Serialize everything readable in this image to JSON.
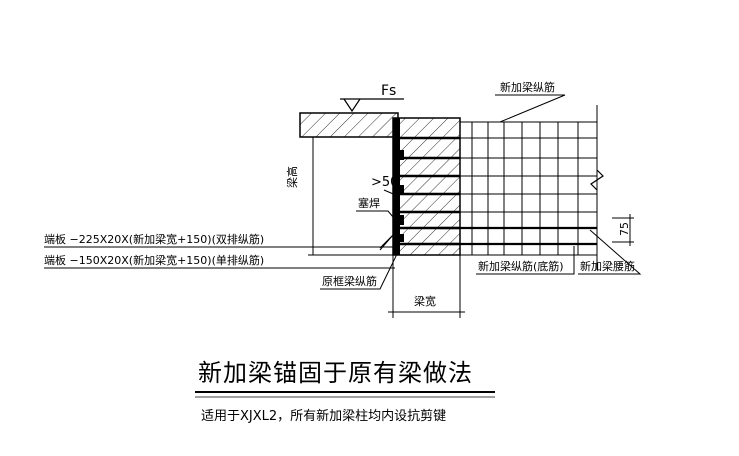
{
  "labels": {
    "fs": "Fs",
    "new_beam_long_bar": "新加梁纵筋",
    "beam_height": "梁高",
    "gt50": ">50",
    "plug_weld": "塞焊",
    "end_plate_double": "端板 −225X20X(新加梁宽+150)(双排纵筋)",
    "end_plate_single": "端板 −150X20X(新加梁宽+150)(单排纵筋)",
    "orig_frame_beam_bar": "原框梁纵筋",
    "new_beam_bottom_bar": "新加梁纵筋(底筋)",
    "new_beam_waist_bar": "新加梁腰筋",
    "dim_75": "75",
    "beam_width": "梁宽"
  },
  "title": "新加梁锚固于原有梁做法",
  "subtitle": "适用于XJXL2，所有新加梁柱均内设抗剪键",
  "colors": {
    "line": "#000000",
    "background": "#ffffff"
  }
}
